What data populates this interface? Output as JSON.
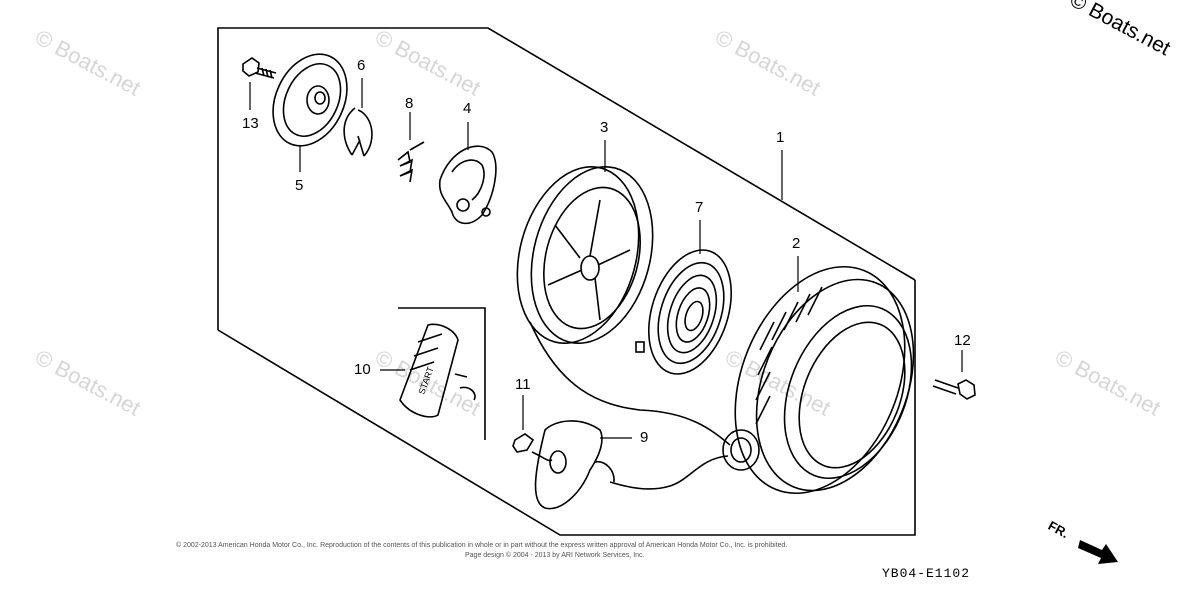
{
  "watermark": {
    "brand_text": "© Boats.net",
    "repeat_text": "© Boats.net"
  },
  "callouts": [
    {
      "id": "1",
      "label": "1"
    },
    {
      "id": "2",
      "label": "2"
    },
    {
      "id": "3",
      "label": "3"
    },
    {
      "id": "4",
      "label": "4"
    },
    {
      "id": "5",
      "label": "5"
    },
    {
      "id": "6",
      "label": "6"
    },
    {
      "id": "7",
      "label": "7"
    },
    {
      "id": "8",
      "label": "8"
    },
    {
      "id": "9",
      "label": "9"
    },
    {
      "id": "10",
      "label": "10"
    },
    {
      "id": "11",
      "label": "11"
    },
    {
      "id": "12",
      "label": "12"
    },
    {
      "id": "13",
      "label": "13"
    }
  ],
  "handle_text": "START",
  "direction_label": "FR.",
  "diagram_code": "YB04-E1102",
  "fineprint": {
    "line1": "© 2002-2013 American Honda Motor Co., Inc. Reproduction of the contents of this publication in whole or in part without the express written approval of American Honda Motor Co., Inc. is prohibited.",
    "line2": "Page design © 2004 - 2013 by ARI Network Services, Inc."
  }
}
